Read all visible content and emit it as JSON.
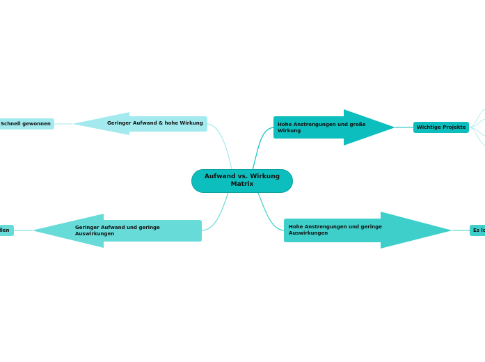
{
  "central": {
    "line1": "Aufwand vs. Wirkung",
    "line2": "Matrix",
    "color": "#0cbfbe"
  },
  "branches": {
    "top_right": {
      "line1": "Hohe Anstrengungen und große",
      "line2": "Wirkung",
      "color": "#0cbfbe",
      "leaf": "Wichtige Projekte"
    },
    "top_left": {
      "label": "Geringer Aufwand & hohe Wirkung",
      "color": "#a3eaee",
      "leaf": "Schnell gewonnen"
    },
    "bottom_left": {
      "line1": "Geringer Aufwand und geringe",
      "line2": "Auswirkungen",
      "color": "#66dbd8",
      "leaf": "llen"
    },
    "bottom_right": {
      "line1": "Hohe Anstrengungen und geringe",
      "line2": "Auswirkungen",
      "color": "#3ecfca",
      "leaf": "Es lo"
    }
  }
}
